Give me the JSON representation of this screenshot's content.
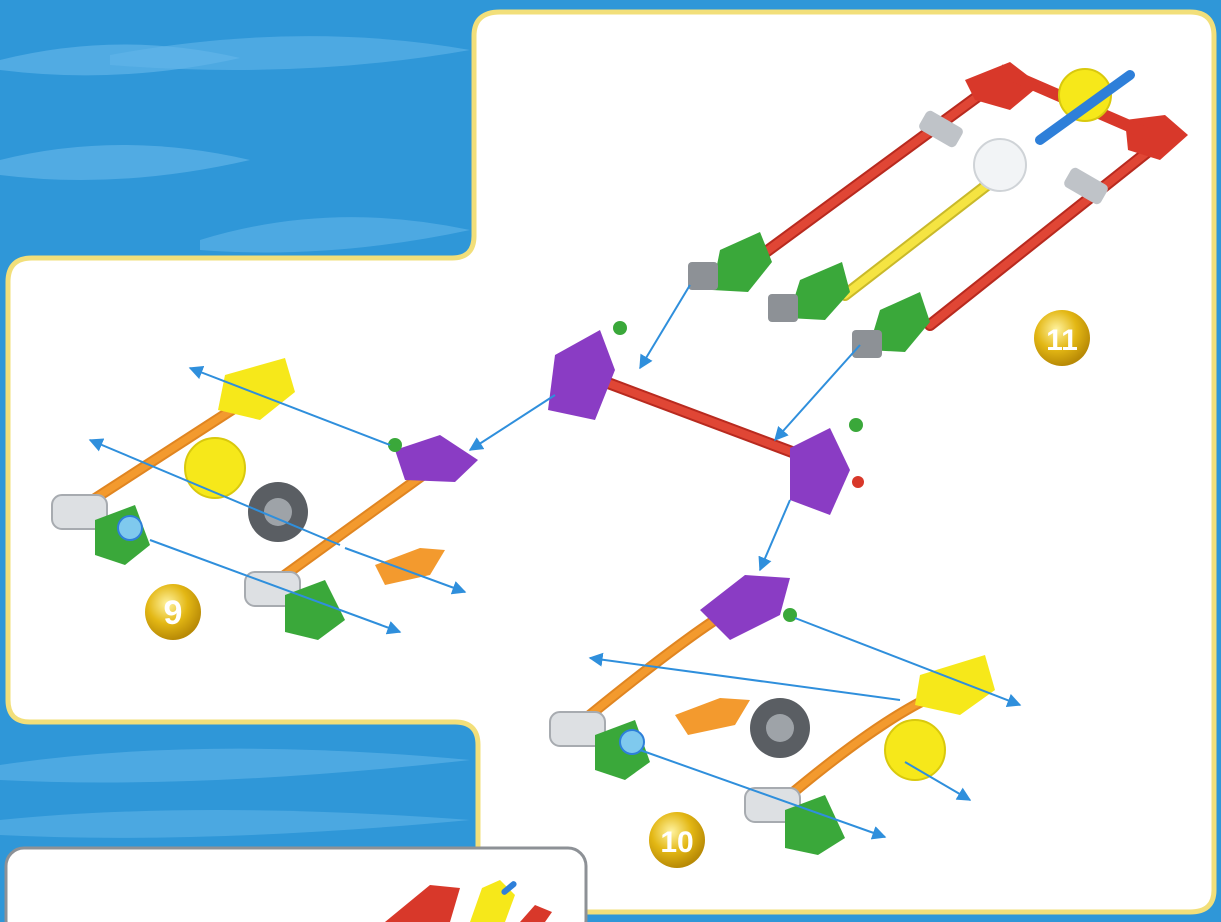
{
  "page": {
    "background_color": "#2f97d8",
    "panel_color": "#ffffff",
    "panel_border_color": "#f2df7a",
    "badge_color": "#e3b714",
    "arrow_color": "#2f8fdc"
  },
  "steps": [
    {
      "label": "9"
    },
    {
      "label": "10"
    },
    {
      "label": "11"
    }
  ],
  "part_colors": {
    "red_rod": "#d8382a",
    "orange_rod": "#f39a2e",
    "yellow_rod": "#f5e442",
    "yellow_connector": "#f6e81a",
    "purple_connector": "#8a3cc4",
    "green_connector": "#3aa83a",
    "grey_connector": "#bfc3c8",
    "wheel": "#5a5e63",
    "blue_rod": "#2e7fd9"
  }
}
